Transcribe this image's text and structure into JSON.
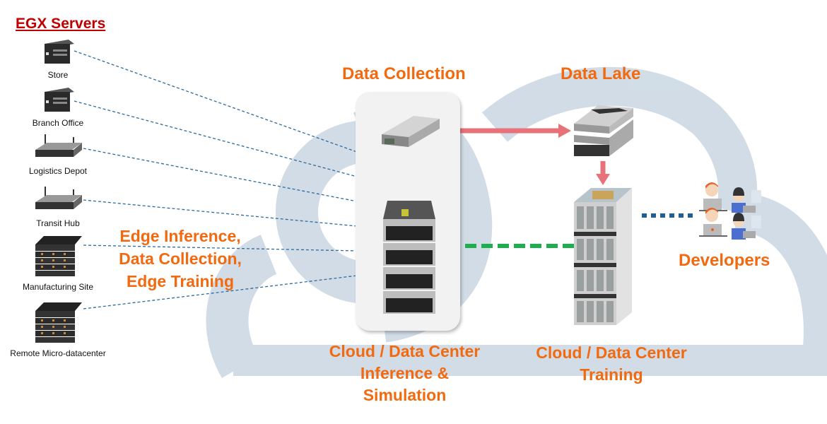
{
  "title": "EGX Servers",
  "edge_sites": [
    {
      "label": "Store",
      "icon": "compact-edge-server-icon"
    },
    {
      "label": "Branch Office",
      "icon": "compact-edge-server-icon"
    },
    {
      "label": "Logistics Depot",
      "icon": "1u-server-with-antennas-icon"
    },
    {
      "label": "Transit Hub",
      "icon": "1u-server-with-antennas-icon"
    },
    {
      "label": "Manufacturing Site",
      "icon": "stacked-rack-servers-icon"
    },
    {
      "label": "Remote Micro-datacenter",
      "icon": "stacked-rack-servers-icon"
    }
  ],
  "edge_caption": [
    "Edge Inference,",
    "Data Collection,",
    "Edge Training"
  ],
  "stages": {
    "data_collection": "Data Collection",
    "data_lake": "Data Lake",
    "developers": "Developers",
    "inference": [
      "Cloud / Data Center",
      "Inference &",
      "Simulation"
    ],
    "training": [
      "Cloud / Data Center",
      "Training"
    ]
  },
  "colors": {
    "heading_orange": "#f26a10",
    "title_red": "#c00000",
    "cloud_watermark": "#c9d7e3",
    "flow_arrow": "#e8727a",
    "model_arrow": "#1daf4e",
    "edge_link": "#2e6a9c",
    "dev_link": "#1f5f96"
  }
}
